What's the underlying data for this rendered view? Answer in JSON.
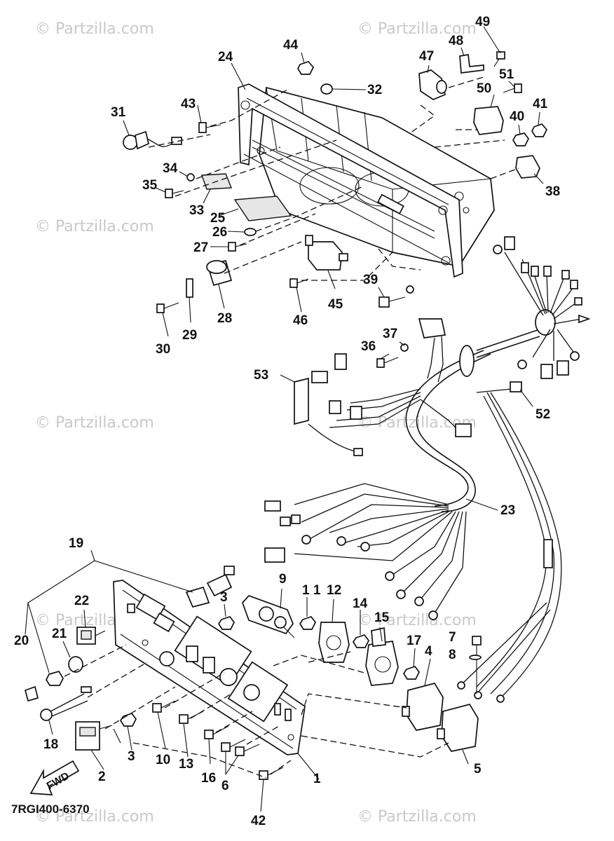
{
  "watermark": "© Partzilla.com",
  "diagram_code": "7RGI400-6370",
  "direction_label": "FWD",
  "colors": {
    "ink": "#111111",
    "watermark": "#c9c9c9",
    "background": "#ffffff"
  },
  "callouts": [
    {
      "id": "c1",
      "label": "1"
    },
    {
      "id": "c2",
      "label": "2"
    },
    {
      "id": "c3a",
      "label": "3"
    },
    {
      "id": "c3b",
      "label": "3"
    },
    {
      "id": "c4",
      "label": "4"
    },
    {
      "id": "c5",
      "label": "5"
    },
    {
      "id": "c6",
      "label": "6"
    },
    {
      "id": "c7",
      "label": "7"
    },
    {
      "id": "c8",
      "label": "8"
    },
    {
      "id": "c9",
      "label": "9"
    },
    {
      "id": "c10",
      "label": "10"
    },
    {
      "id": "c11",
      "label": "1 1"
    },
    {
      "id": "c12",
      "label": "12"
    },
    {
      "id": "c13",
      "label": "13"
    },
    {
      "id": "c14",
      "label": "14"
    },
    {
      "id": "c15",
      "label": "15"
    },
    {
      "id": "c16",
      "label": "16"
    },
    {
      "id": "c17",
      "label": "17"
    },
    {
      "id": "c18",
      "label": "18"
    },
    {
      "id": "c19",
      "label": "19"
    },
    {
      "id": "c20",
      "label": "20"
    },
    {
      "id": "c21",
      "label": "21"
    },
    {
      "id": "c22",
      "label": "22"
    },
    {
      "id": "c23",
      "label": "23"
    },
    {
      "id": "c24",
      "label": "24"
    },
    {
      "id": "c25",
      "label": "25"
    },
    {
      "id": "c26",
      "label": "26"
    },
    {
      "id": "c27",
      "label": "27"
    },
    {
      "id": "c28",
      "label": "28"
    },
    {
      "id": "c29",
      "label": "29"
    },
    {
      "id": "c30",
      "label": "30"
    },
    {
      "id": "c31",
      "label": "31"
    },
    {
      "id": "c32",
      "label": "32"
    },
    {
      "id": "c33",
      "label": "33"
    },
    {
      "id": "c34",
      "label": "34"
    },
    {
      "id": "c35",
      "label": "35"
    },
    {
      "id": "c36",
      "label": "36"
    },
    {
      "id": "c37",
      "label": "37"
    },
    {
      "id": "c38",
      "label": "38"
    },
    {
      "id": "c39",
      "label": "39"
    },
    {
      "id": "c40",
      "label": "40"
    },
    {
      "id": "c41",
      "label": "41"
    },
    {
      "id": "c42",
      "label": "42"
    },
    {
      "id": "c43",
      "label": "43"
    },
    {
      "id": "c44",
      "label": "44"
    },
    {
      "id": "c45",
      "label": "45"
    },
    {
      "id": "c46",
      "label": "46"
    },
    {
      "id": "c47",
      "label": "47"
    },
    {
      "id": "c48",
      "label": "48"
    },
    {
      "id": "c49",
      "label": "49"
    },
    {
      "id": "c50",
      "label": "50"
    },
    {
      "id": "c51",
      "label": "51"
    },
    {
      "id": "c52",
      "label": "52"
    },
    {
      "id": "c53",
      "label": "53"
    }
  ]
}
